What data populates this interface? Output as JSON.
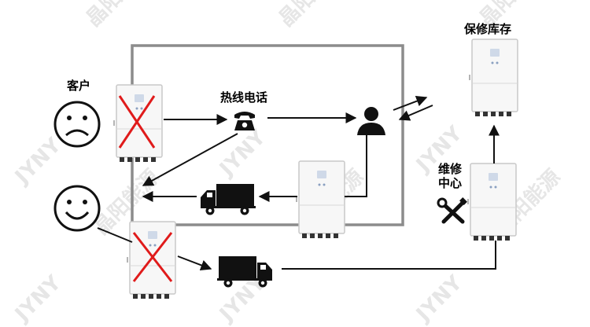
{
  "labels": {
    "customer": "客户",
    "hotline": "热线电话",
    "warranty_stock": "保修库存",
    "repair_center_line1": "维修",
    "repair_center_line2": "中心"
  },
  "watermark": {
    "text": "JYNY 晶阳能源",
    "color": "#e6e6e6"
  },
  "colors": {
    "line": "#111111",
    "border_box": "#8c8c8c",
    "cross": "#e01b1b",
    "inverter_body": "#f7f7f7",
    "inverter_edge": "#c9c9c9"
  },
  "icons": {
    "sad_face": "sad-face-icon",
    "happy_face": "happy-face-icon",
    "phone": "telephone-icon",
    "agent": "agent-person-icon",
    "truck": "delivery-truck-icon",
    "tools": "wrench-screwdriver-icon",
    "inverter": "inverter-unit-icon"
  }
}
